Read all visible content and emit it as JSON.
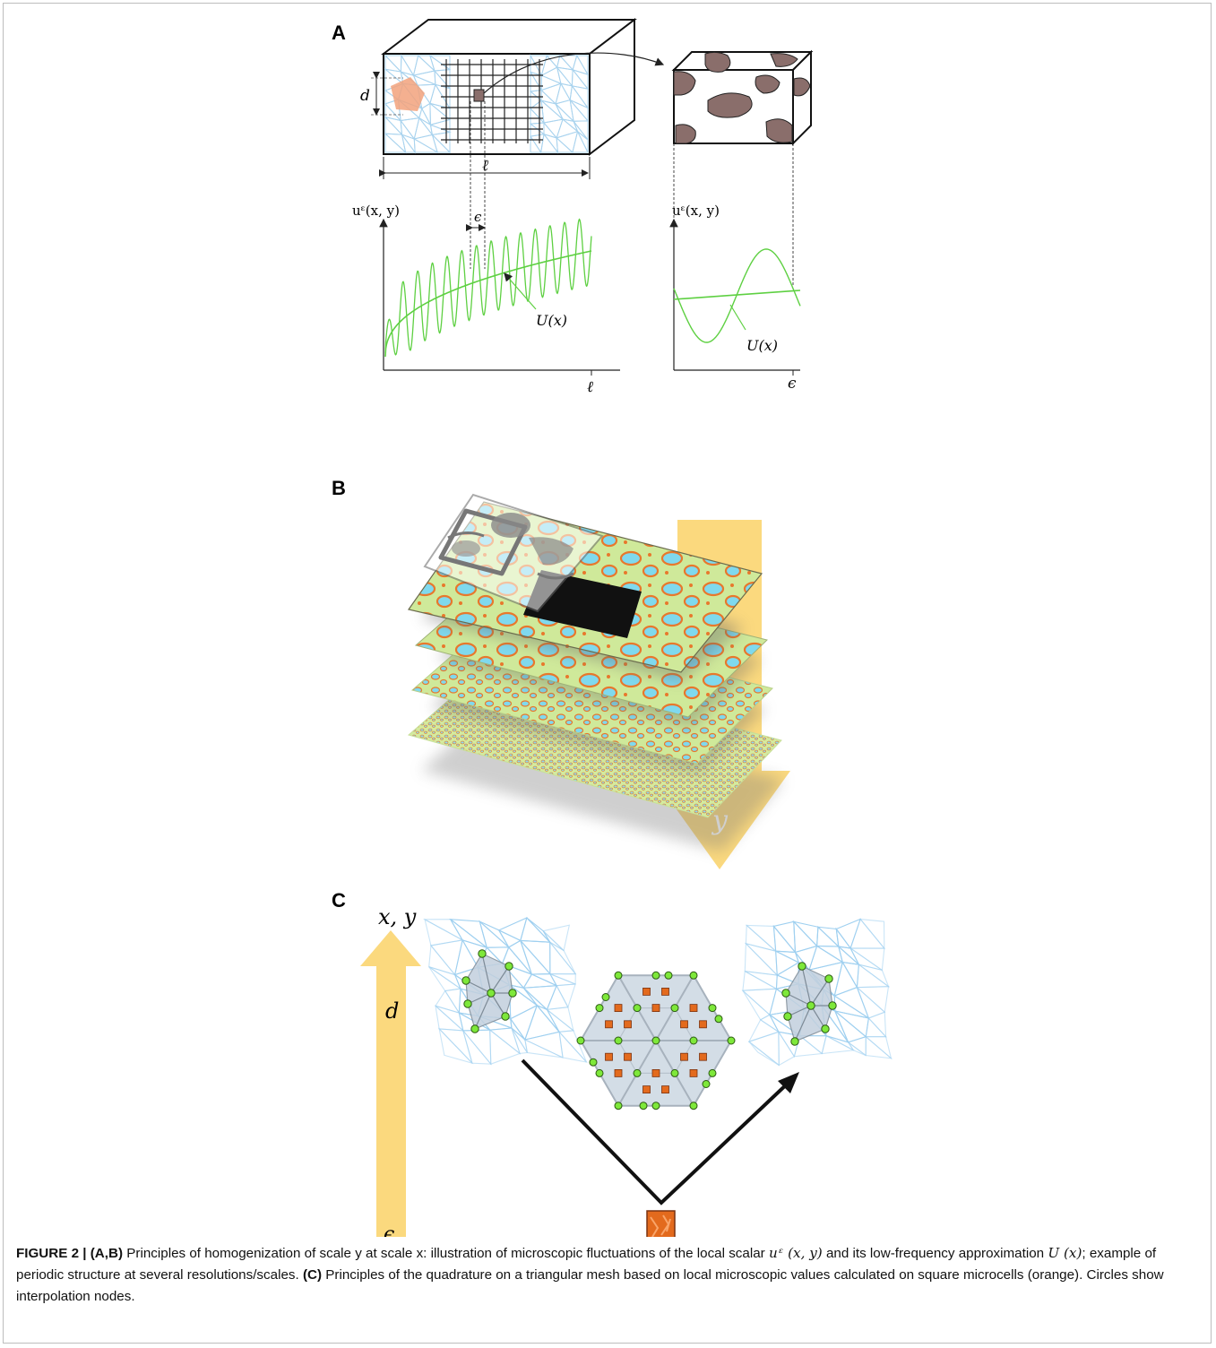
{
  "figure": {
    "panel_a": {
      "letter": "A",
      "label_d": "d",
      "label_ell": "ℓ",
      "label_eps": "ϵ",
      "ylabel_left": "uᵋ(x, y)",
      "ylabel_right": "uᵋ(x, y)",
      "curve_label_left": "U(x)",
      "curve_label_right": "U(x)",
      "xtick_left": "ℓ",
      "xtick_right": "ϵ"
    },
    "panel_b": {
      "letter": "B",
      "arrow_label": "y"
    },
    "panel_c": {
      "letter": "C",
      "top_label": "x, y",
      "mid_label": "d",
      "bottom_label": "ϵ"
    },
    "colors": {
      "mesh_blue": "#a9d3ee",
      "node_green": "#7ee83a",
      "microcell_orange": "#e36a1d",
      "arrow_yellow": "#fbd97e",
      "patch_salmon": "#f2a27c",
      "inclusion_brown": "#8a6e6b",
      "plot_green": "#5ed042",
      "cell_grey": "#d3dde6"
    }
  },
  "caption": {
    "figure_tag": "FIGURE 2 |",
    "part_ab": "(A,B)",
    "text_1": "Principles of homogenization of scale y at scale x: illustration of microscopic fluctuations of the local scalar",
    "math_1": "uᵋ (x, y)",
    "text_2": "and its low-frequency approximation",
    "math_2": "U (x)",
    "text_3": "; example of periodic structure at several resolutions/scales.",
    "part_c": "(C)",
    "text_4": "Principles of the quadrature on a triangular mesh based on local microscopic values calculated on square microcells (orange). Circles show interpolation nodes."
  }
}
